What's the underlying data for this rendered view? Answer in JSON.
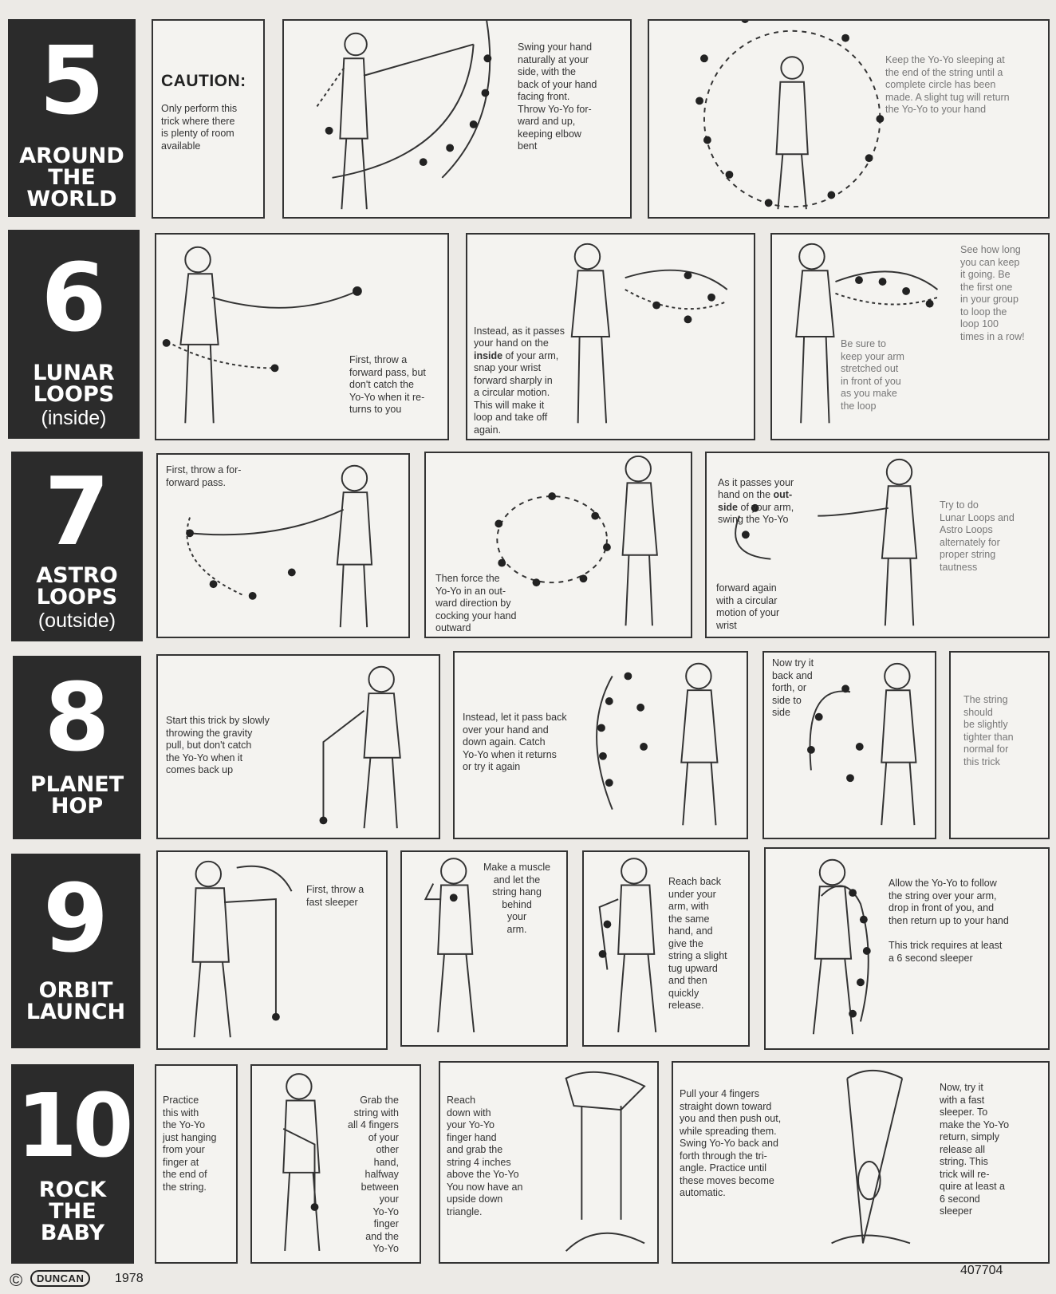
{
  "tricks": [
    {
      "number": "5",
      "name_lines": [
        "AROUND",
        "THE",
        "WORLD"
      ],
      "subtitle": ""
    },
    {
      "number": "6",
      "name_lines": [
        "LUNAR",
        "LOOPS"
      ],
      "subtitle": "(inside)"
    },
    {
      "number": "7",
      "name_lines": [
        "ASTRO",
        "LOOPS"
      ],
      "subtitle": "(outside)"
    },
    {
      "number": "8",
      "name_lines": [
        "PLANET",
        "HOP"
      ],
      "subtitle": ""
    },
    {
      "number": "9",
      "name_lines": [
        "ORBIT",
        "LAUNCH"
      ],
      "subtitle": ""
    },
    {
      "number": "10",
      "name_lines": [
        "ROCK",
        "THE",
        "BABY"
      ],
      "subtitle": ""
    }
  ],
  "instructions": {
    "t5_caution_title": "CAUTION:",
    "t5_caution": "Only perform this\ntrick where there\nis plenty of room\navailable",
    "t5_swing": "Swing your hand\nnaturally at your\nside, with the\nback of your hand\nfacing front.\nThrow Yo-Yo for-\nward and up,\nkeeping elbow\nbent",
    "t5_keep": "Keep the Yo-Yo sleeping at\nthe end of the string until a\ncomplete circle has been\nmade. A slight tug will return\nthe Yo-Yo to your hand",
    "t6_first": "First, throw a\nforward pass, but\ndon't catch the\nYo-Yo when it re-\nturns to you",
    "t6_instead_pre": "Instead, as it passes\nyour hand on the\n",
    "t6_instead_bold": "inside",
    "t6_instead_post": " of your arm,\nsnap your wrist\nforward sharply in\na circular motion.\nThis will make it\nloop and take off\nagain.",
    "t6_seehow": "See how long\nyou can keep\nit going. Be\nthe first one\nin your group\nto loop the\nloop 100\ntimes in a row!",
    "t6_besure": "Be sure to\nkeep your arm\nstretched out\nin front of you\nas you make\nthe loop",
    "t7_first": "First, throw a for-\nforward pass.",
    "t7_force": "Then force the\nYo-Yo in an out-\nward direction by\ncocking your hand\noutward",
    "t7_as_pre": "As it passes your\nhand on the ",
    "t7_as_bold": "out-\nside",
    "t7_as_post": " of your arm,\nswing the Yo-Yo",
    "t7_forward": "forward again\nwith a circular\nmotion of your\nwrist",
    "t7_try": "Try to do\nLunar Loops and\nAstro Loops\nalternately for\nproper string\ntautness",
    "t8_start": "Start this trick by slowly\nthrowing the gravity\npull, but don't catch\nthe Yo-Yo when it\ncomes back up",
    "t8_instead": "Instead, let it pass back\nover your hand and\ndown again. Catch\nYo-Yo when it returns\nor try it again",
    "t8_now": "Now try it\nback and\nforth, or\nside to\nside",
    "t8_string": "The string\nshould\nbe slightly\ntighter than\nnormal for\nthis trick",
    "t9_first": "First, throw a\nfast sleeper",
    "t9_muscle": "Make a muscle\nand let the\nstring hang\nbehind\nyour\narm.",
    "t9_reach": "Reach back\nunder your\narm, with\nthe same\nhand, and\ngive the\nstring a slight\ntug upward\nand then\nquickly\nrelease.",
    "t9_allow": "Allow the Yo-Yo to follow\nthe string over your arm,\ndrop in front of you, and\nthen return up to your hand",
    "t9_requires": "This trick requires at least\na 6 second sleeper",
    "t10_practice": "Practice\nthis with\nthe Yo-Yo\njust hanging\nfrom your\nfinger at\nthe end of\nthe string.",
    "t10_grab": "Grab the\nstring with\nall 4 fingers\nof your\nother\nhand,\nhalfway\nbetween\nyour\nYo-Yo\nfinger\nand the\nYo-Yo",
    "t10_reach": "Reach\ndown with\nyour Yo-Yo\nfinger hand\nand grab the\nstring 4 inches\nabove the Yo-Yo\nYou now have an\nupside down\ntriangle.",
    "t10_pull": "Pull your 4 fingers\nstraight down toward\nyou and then push out,\nwhile spreading them.\nSwing Yo-Yo back and\nforth through the tri-\nangle. Practice until\nthese moves become\nautomatic.",
    "t10_now": "Now, try it\nwith a fast\nsleeper. To\nmake the Yo-Yo\nreturn, simply\nrelease all\nstring. This\ntrick will re-\nquire at least a\n6 second\nsleeper"
  },
  "footer": {
    "copyright": "©",
    "brand": "DUNCAN",
    "year": "1978",
    "code": "407704"
  }
}
